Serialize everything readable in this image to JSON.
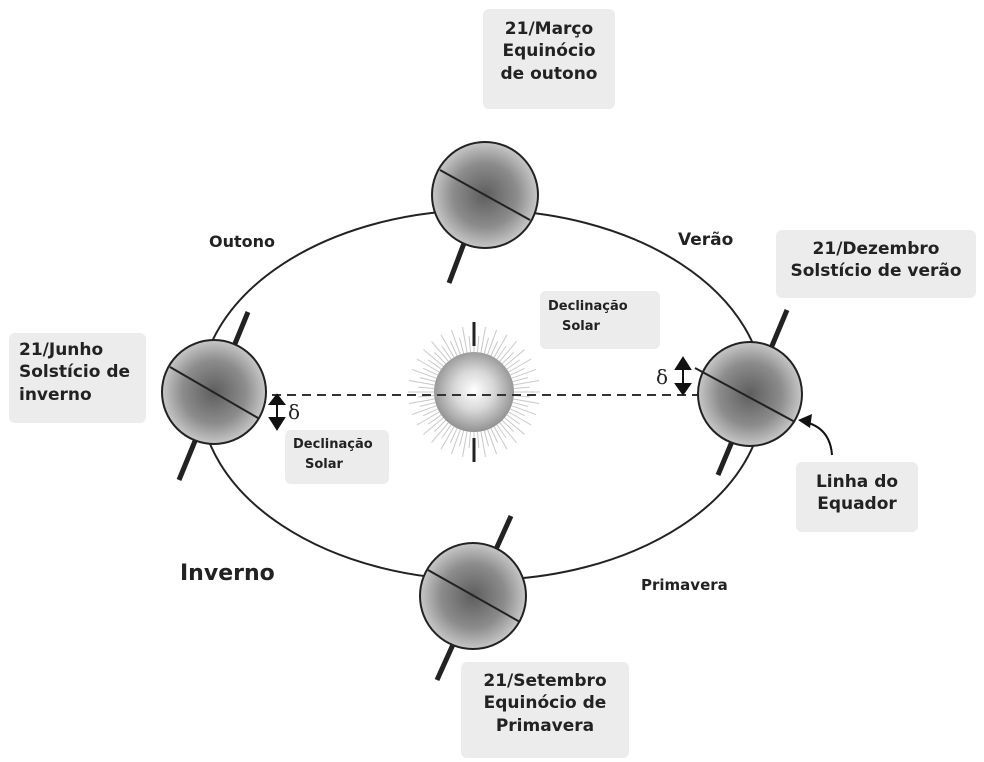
{
  "labels": {
    "march": {
      "date": "21/Março",
      "event_l1": "Equinócio",
      "event_l2": "de outono"
    },
    "december": {
      "date": "21/Dezembro",
      "event": "Solstício de verão"
    },
    "june": {
      "date": "21/Junho",
      "event_l1": "Solstício de",
      "event_l2": "inverno"
    },
    "september": {
      "date": "21/Setembro",
      "event_l1": "Equinócio de",
      "event_l2": "Primavera"
    },
    "equator": {
      "l1": "Linha do",
      "l2": "Equador"
    },
    "declination_right": {
      "l1": "Declinação",
      "l2": "Solar"
    },
    "declination_left": {
      "l1": "Declinação",
      "l2": "Solar"
    }
  },
  "seasons": {
    "outono": "Outono",
    "verao": "Verão",
    "inverno": "Inverno",
    "primavera": "Primavera"
  },
  "symbols": {
    "delta": "δ"
  },
  "colors": {
    "line": "#222222",
    "label_bg": "#ececec",
    "planet_dark": "#5e5e5e",
    "planet_light": "#d6d6d6"
  }
}
